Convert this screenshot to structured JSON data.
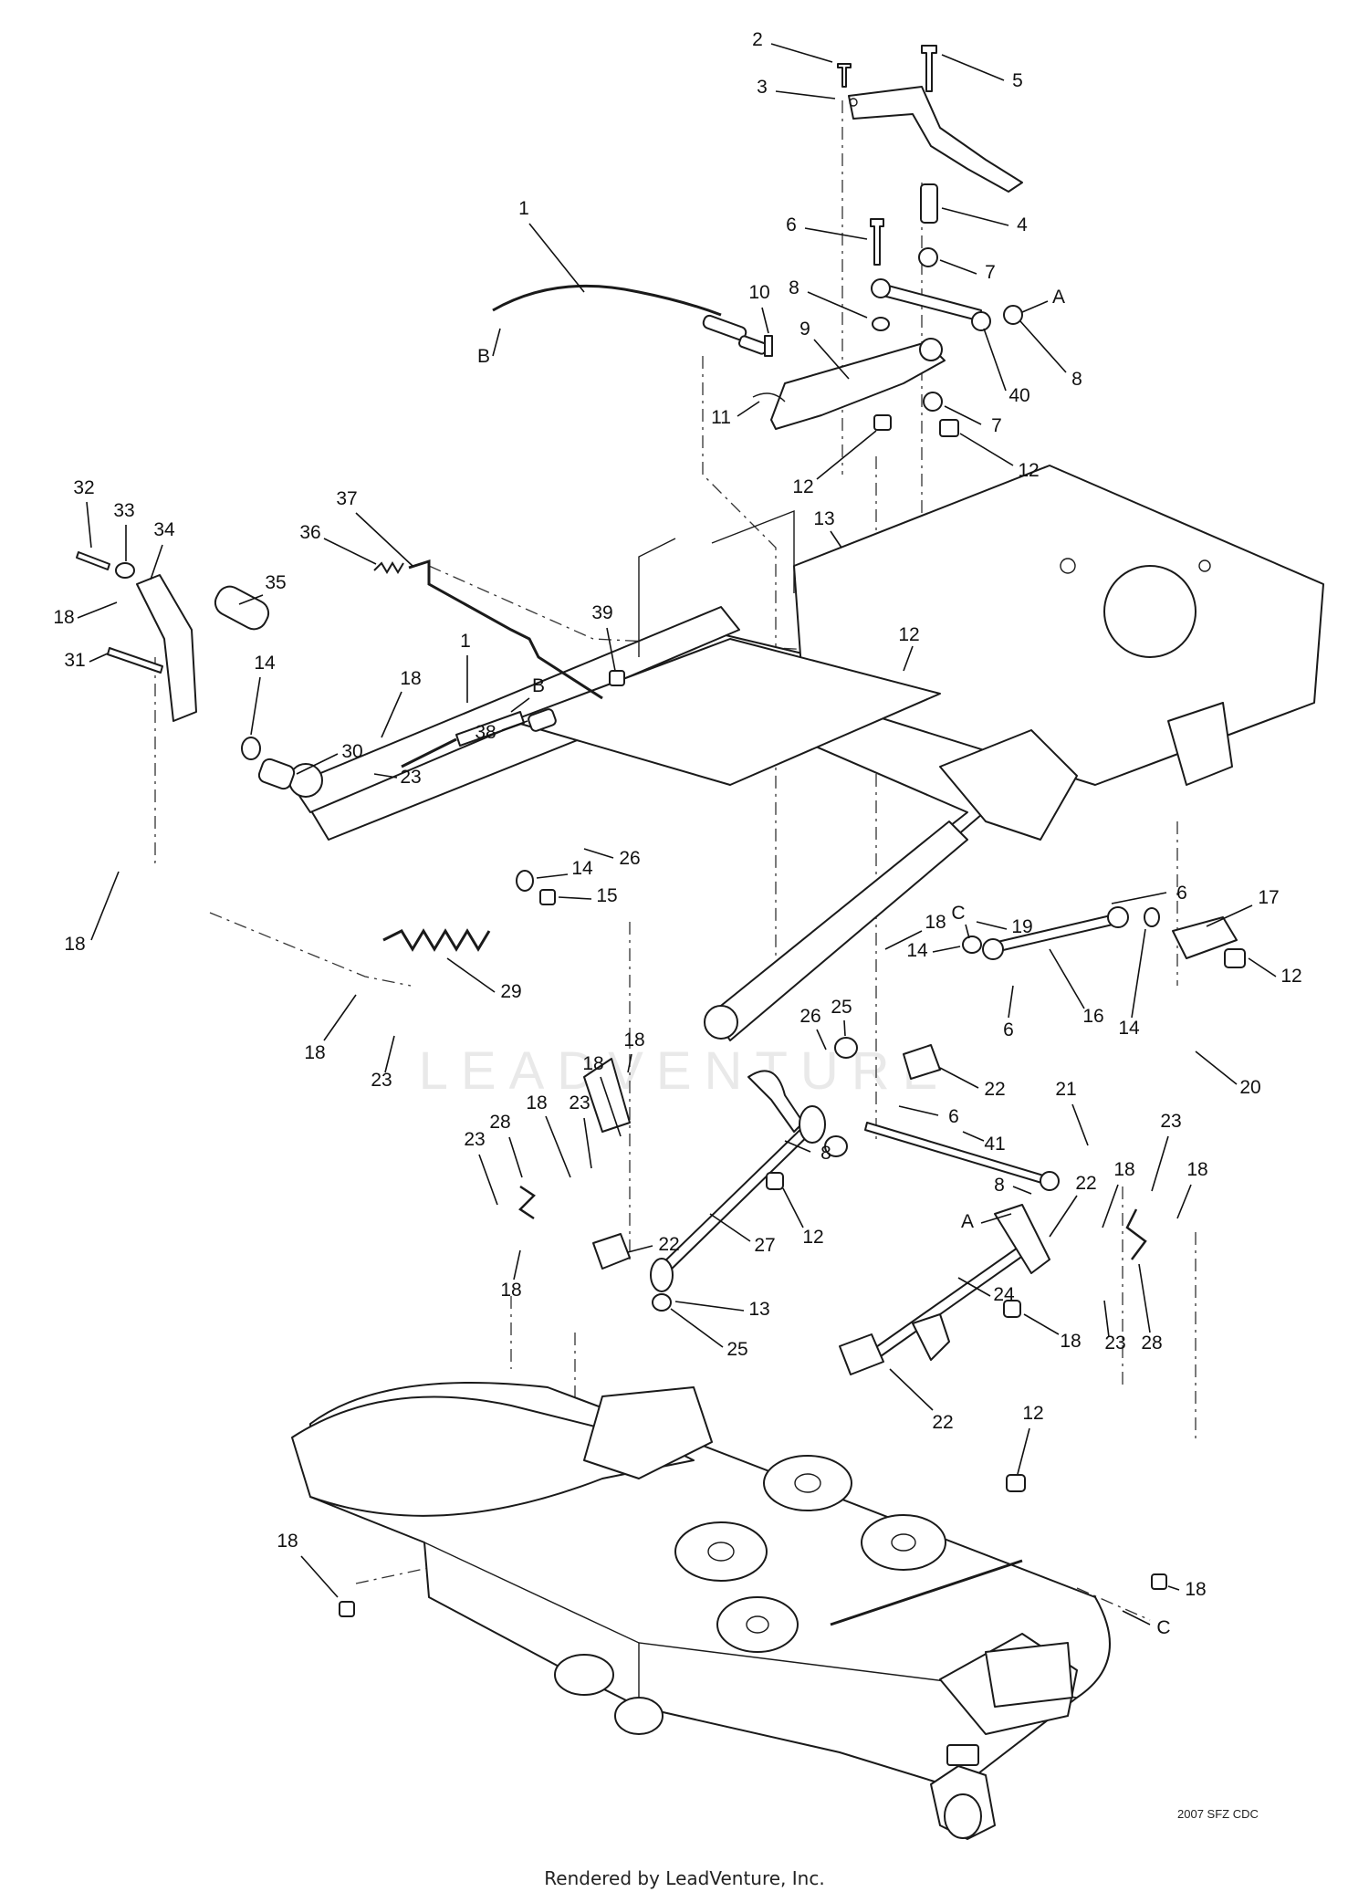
{
  "diagram": {
    "callouts": [
      {
        "id": "c1a",
        "text": "1"
      },
      {
        "id": "c1b",
        "text": "1"
      },
      {
        "id": "c2",
        "text": "2"
      },
      {
        "id": "c3",
        "text": "3"
      },
      {
        "id": "c4",
        "text": "4"
      },
      {
        "id": "c5",
        "text": "5"
      },
      {
        "id": "c6a",
        "text": "6"
      },
      {
        "id": "c6b",
        "text": "6"
      },
      {
        "id": "c6c",
        "text": "6"
      },
      {
        "id": "c6d",
        "text": "6"
      },
      {
        "id": "c7a",
        "text": "7"
      },
      {
        "id": "c7b",
        "text": "7"
      },
      {
        "id": "c8a",
        "text": "8"
      },
      {
        "id": "c8b",
        "text": "8"
      },
      {
        "id": "c8c",
        "text": "8"
      },
      {
        "id": "c8d",
        "text": "8"
      },
      {
        "id": "c9",
        "text": "9"
      },
      {
        "id": "c10",
        "text": "10"
      },
      {
        "id": "c11",
        "text": "11"
      },
      {
        "id": "c12a",
        "text": "12"
      },
      {
        "id": "c12b",
        "text": "12"
      },
      {
        "id": "c12c",
        "text": "12"
      },
      {
        "id": "c12d",
        "text": "12"
      },
      {
        "id": "c12e",
        "text": "12"
      },
      {
        "id": "c12f",
        "text": "12"
      },
      {
        "id": "c13a",
        "text": "13"
      },
      {
        "id": "c13b",
        "text": "13"
      },
      {
        "id": "c14a",
        "text": "14"
      },
      {
        "id": "c14b",
        "text": "14"
      },
      {
        "id": "c14c",
        "text": "14"
      },
      {
        "id": "c14d",
        "text": "14"
      },
      {
        "id": "c15",
        "text": "15"
      },
      {
        "id": "c16",
        "text": "16"
      },
      {
        "id": "c17",
        "text": "17"
      },
      {
        "id": "c18a",
        "text": "18"
      },
      {
        "id": "c18b",
        "text": "18"
      },
      {
        "id": "c18c",
        "text": "18"
      },
      {
        "id": "c18d",
        "text": "18"
      },
      {
        "id": "c18e",
        "text": "18"
      },
      {
        "id": "c18f",
        "text": "18"
      },
      {
        "id": "c18g",
        "text": "18"
      },
      {
        "id": "c18h",
        "text": "18"
      },
      {
        "id": "c18i",
        "text": "18"
      },
      {
        "id": "c18j",
        "text": "18"
      },
      {
        "id": "c18k",
        "text": "18"
      },
      {
        "id": "c18l",
        "text": "18"
      },
      {
        "id": "c18m",
        "text": "18"
      },
      {
        "id": "c18n",
        "text": "18"
      },
      {
        "id": "c19",
        "text": "19"
      },
      {
        "id": "c20",
        "text": "20"
      },
      {
        "id": "c21",
        "text": "21"
      },
      {
        "id": "c22a",
        "text": "22"
      },
      {
        "id": "c22b",
        "text": "22"
      },
      {
        "id": "c22c",
        "text": "22"
      },
      {
        "id": "c22d",
        "text": "22"
      },
      {
        "id": "c23a",
        "text": "23"
      },
      {
        "id": "c23b",
        "text": "23"
      },
      {
        "id": "c23c",
        "text": "23"
      },
      {
        "id": "c23d",
        "text": "23"
      },
      {
        "id": "c23e",
        "text": "23"
      },
      {
        "id": "c23f",
        "text": "23"
      },
      {
        "id": "c24",
        "text": "24"
      },
      {
        "id": "c25a",
        "text": "25"
      },
      {
        "id": "c25b",
        "text": "25"
      },
      {
        "id": "c26a",
        "text": "26"
      },
      {
        "id": "c26b",
        "text": "26"
      },
      {
        "id": "c27",
        "text": "27"
      },
      {
        "id": "c28a",
        "text": "28"
      },
      {
        "id": "c28b",
        "text": "28"
      },
      {
        "id": "c29",
        "text": "29"
      },
      {
        "id": "c30",
        "text": "30"
      },
      {
        "id": "c31",
        "text": "31"
      },
      {
        "id": "c32",
        "text": "32"
      },
      {
        "id": "c33",
        "text": "33"
      },
      {
        "id": "c34",
        "text": "34"
      },
      {
        "id": "c35",
        "text": "35"
      },
      {
        "id": "c36",
        "text": "36"
      },
      {
        "id": "c37",
        "text": "37"
      },
      {
        "id": "c38",
        "text": "38"
      },
      {
        "id": "c39",
        "text": "39"
      },
      {
        "id": "c40",
        "text": "40"
      },
      {
        "id": "c41",
        "text": "41"
      },
      {
        "id": "refA1",
        "text": "A"
      },
      {
        "id": "refA2",
        "text": "A"
      },
      {
        "id": "refB1",
        "text": "B"
      },
      {
        "id": "refB2",
        "text": "B"
      },
      {
        "id": "refC1",
        "text": "C"
      },
      {
        "id": "refC2",
        "text": "C"
      }
    ]
  },
  "footer": {
    "code": "2007 SFZ CDC",
    "credit": "Rendered by LeadVenture, Inc."
  },
  "watermark": {
    "text": "LEADVENTURE"
  }
}
